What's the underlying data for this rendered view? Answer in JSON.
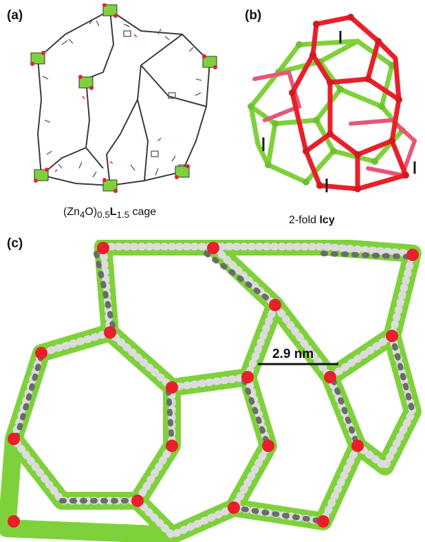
{
  "panels": {
    "a": {
      "label": "(a)",
      "caption": {
        "part1": "(Zn",
        "sub1": "4",
        "part2": "O)",
        "sub2": "0.5",
        "bold": "L",
        "sub3": "1.5",
        "part3": " cage"
      }
    },
    "b": {
      "label": "(b)",
      "caption": {
        "prefix": "2-fold ",
        "bold": "lcy"
      }
    },
    "c": {
      "label": "(c)",
      "scale_label": "2.9 nm"
    }
  },
  "colors": {
    "green": "#7fd13b",
    "red": "#e8202a",
    "pink": "#e8567a",
    "gray": "#6b6b6b",
    "dark": "#3a3a3a"
  }
}
